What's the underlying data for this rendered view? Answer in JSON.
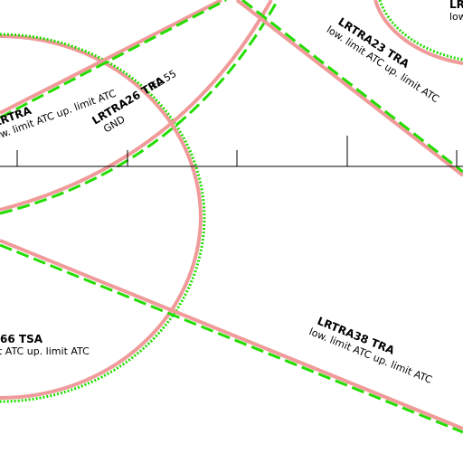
{
  "colors": {
    "zone_border": "#f09a9a",
    "zone_overlay": "#22dd00",
    "scale_line": "#000000",
    "background": "#ffffff"
  },
  "zones": [
    {
      "name": "LRTRA",
      "limits": "low. limit ATC up. limit ATC"
    },
    {
      "name": "LRTRA26 TRA",
      "lower": "GND",
      "upper": "FL 55"
    },
    {
      "name": "LRTRA23 TRA",
      "limits": "low. limit ATC up. limit ATC"
    },
    {
      "name": "LRTRA38 TRA",
      "limits": "low. limit ATC up. limit ATC"
    },
    {
      "name": "66 TSA",
      "limits": "t ATC up. limit ATC"
    },
    {
      "name": "LRTRA",
      "limits": "low. limit ATC up. limit ATC"
    }
  ]
}
